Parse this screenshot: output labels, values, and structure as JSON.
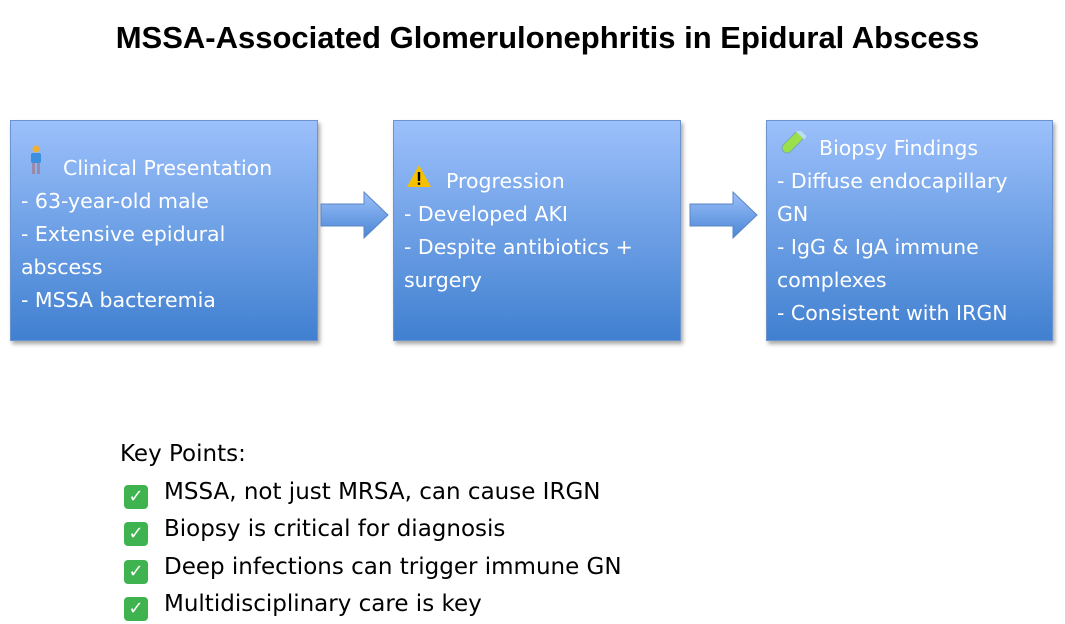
{
  "title": "MSSA-Associated Glomerulonephritis in Epidural Abscess",
  "boxes": [
    {
      "icon": "person-icon",
      "heading": "Clinical Presentation",
      "lines": [
        "- 63-year-old male",
        "- Extensive epidural abscess",
        "- MSSA bacteremia"
      ]
    },
    {
      "icon": "warning-icon",
      "heading": "Progression",
      "lines": [
        "- Developed AKI",
        "- Despite antibiotics + surgery"
      ]
    },
    {
      "icon": "test-tube-icon",
      "heading": "Biopsy Findings",
      "lines": [
        "- Diffuse endocapillary GN",
        "- IgG & IgA immune complexes",
        "- Consistent with IRGN"
      ]
    }
  ],
  "key_points": {
    "heading": "Key Points:",
    "items": [
      "MSSA, not just MRSA, can cause IRGN",
      "Biopsy is critical for diagnosis",
      "Deep infections can trigger immune GN",
      "Multidisciplinary care is key"
    ]
  },
  "colors": {
    "box_top": "#9cc0fb",
    "box_bottom": "#4080d0",
    "check": "#3fb34f"
  }
}
